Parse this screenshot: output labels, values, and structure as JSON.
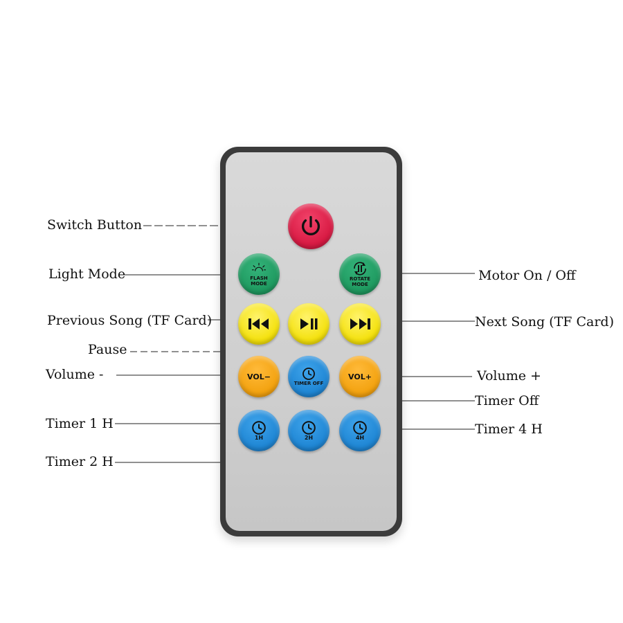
{
  "labels": {
    "switch": "Switch Button",
    "light_mode": "Light Mode",
    "motor": "Motor On / Off",
    "prev": "Previous Song (TF Card)",
    "next": "Next Song (TF Card)",
    "pause": "Pause",
    "vol_minus": "Volume -",
    "vol_plus": "Volume +",
    "timer_off": "Timer Off",
    "timer_1h": "Timer 1 H",
    "timer_4h": "Timer 4 H",
    "timer_2h": "Timer 2 H"
  },
  "buttons": {
    "flash": [
      "FLASH",
      "MODE"
    ],
    "rotate": [
      "ROTATE",
      "MODE"
    ],
    "vol_minus": "VOL−",
    "vol_plus": "VOL+",
    "timer_off": "TIMER OFF",
    "t1": "1H",
    "t2": "2H",
    "t4": "4H"
  },
  "colors": {
    "power": "#d81a43",
    "mode": "#1f9a60",
    "media": "#f4e10d",
    "volume": "#f3a20f",
    "timer": "#1f86d4",
    "remote_body": "#3b3b3b",
    "remote_face": "#d2d2d2"
  },
  "icons": {
    "power": "power-icon",
    "flash": "sun-icon",
    "rotate": "rotate-icon",
    "prev": "previous-track-icon",
    "play_pause": "play-pause-icon",
    "next": "next-track-icon",
    "timer": "clock-icon"
  }
}
